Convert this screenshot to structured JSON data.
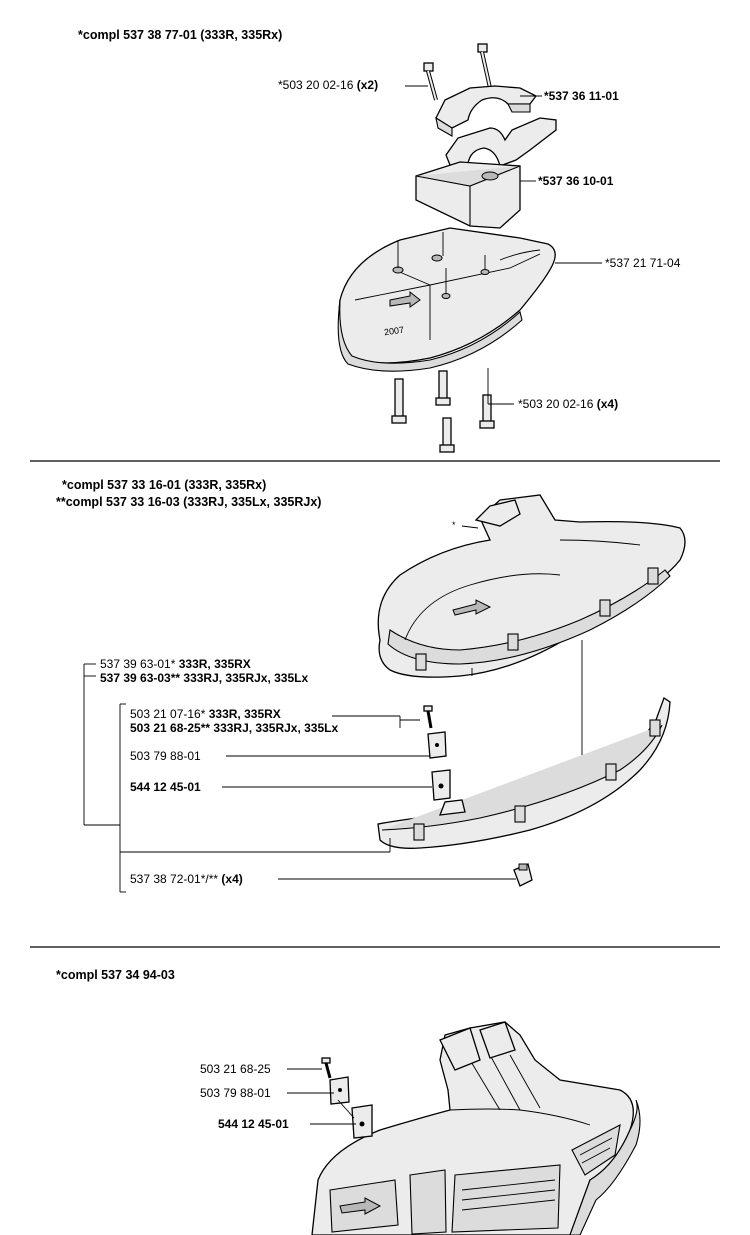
{
  "sections": [
    {
      "headings": [
        "*compl 537 38 77-01 (333R, 335Rx)"
      ],
      "labels": [
        {
          "id": "s1-l1",
          "text": "*503 20 02-16 ",
          "bold_suffix": "(x2)",
          "bold": false
        },
        {
          "id": "s1-l2",
          "text": "*537 36 11-01",
          "bold_suffix": "",
          "bold": true
        },
        {
          "id": "s1-l3",
          "text": "*537 36 10-01",
          "bold_suffix": "",
          "bold": true
        },
        {
          "id": "s1-l4",
          "text": "*537 21 71-04",
          "bold_suffix": "",
          "bold": false
        },
        {
          "id": "s1-l5",
          "text": "*503 20 02-16 ",
          "bold_suffix": "(x4)",
          "bold": false
        }
      ],
      "embossed_text": "2007"
    },
    {
      "headings": [
        "*compl 537 33 16-01 (333R, 335Rx)",
        "**compl 537 33 16-03 (333RJ, 335Lx, 335RJx)"
      ],
      "labels": [
        {
          "id": "s2-l1",
          "text": "537 39 63-01* ",
          "bold_suffix": "333R, 335RX",
          "bold": false
        },
        {
          "id": "s2-l2",
          "text": "537 39 63-03** 333RJ, 335RJx, 335Lx",
          "bold_suffix": "",
          "bold": true
        },
        {
          "id": "s2-l3",
          "text": "503 21 07-16* ",
          "bold_suffix": "333R, 335RX",
          "bold": false
        },
        {
          "id": "s2-l4",
          "text": "503 21 68-25** 333RJ, 335RJx, 335Lx",
          "bold_suffix": "",
          "bold": true
        },
        {
          "id": "s2-l5",
          "text": "503 79 88-01",
          "bold_suffix": "",
          "bold": false
        },
        {
          "id": "s2-l6",
          "text": "544 12 45-01",
          "bold_suffix": "",
          "bold": true
        },
        {
          "id": "s2-l7",
          "text": "537 38 72-01*/** ",
          "bold_suffix": "(x4)",
          "bold": false
        }
      ],
      "asterisk_mark": "*"
    },
    {
      "headings": [
        "*compl 537 34 94-03"
      ],
      "labels": [
        {
          "id": "s3-l1",
          "text": "503 21 68-25",
          "bold_suffix": "",
          "bold": false
        },
        {
          "id": "s3-l2",
          "text": "503 79 88-01",
          "bold_suffix": "",
          "bold": false
        },
        {
          "id": "s3-l3",
          "text": "544 12 45-01",
          "bold_suffix": "",
          "bold": true
        }
      ]
    }
  ]
}
